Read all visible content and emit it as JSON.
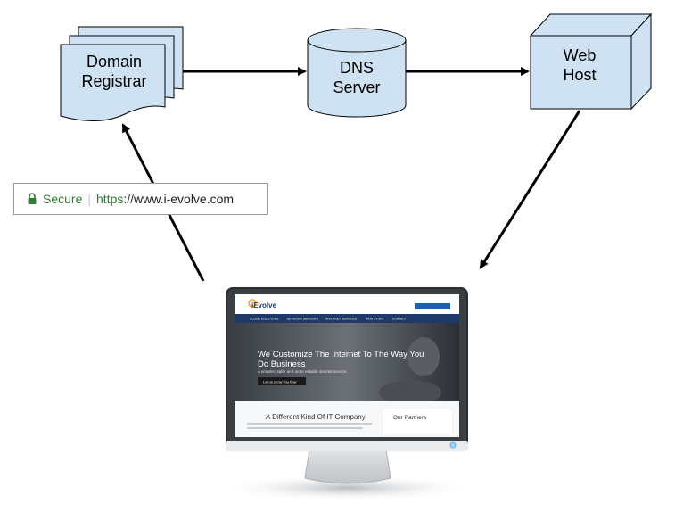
{
  "nodes": {
    "registrar": {
      "line1": "Domain",
      "line2": "Registrar"
    },
    "dns": {
      "line1": "DNS",
      "line2": "Server"
    },
    "webhost": {
      "line1": "Web",
      "line2": "Host"
    }
  },
  "url_bar": {
    "secure": "Secure",
    "divider": "|",
    "protocol": "https",
    "slashes": "://",
    "host": "www.i-evolve.com"
  },
  "website": {
    "logo": "iEvolve",
    "nav": [
      "CLOUD SOLUTIONS",
      "NETWORK SERVICES",
      "INTERNET SERVICES",
      "OUR STORY",
      "CONTACT"
    ],
    "hero_title": "We Customize The Internet To The Way You Do Business",
    "hero_sub": "A smarter, safer and more reliable internet service.",
    "hero_button": "Let us show you how",
    "section_title": "A Different Kind Of IT Company",
    "partners_title": "Our Partners"
  },
  "colors": {
    "shape_fill": "#cfe2f3",
    "stroke": "#000000",
    "secure_green": "#2e7d32",
    "site_nav": "#1f3a68"
  }
}
